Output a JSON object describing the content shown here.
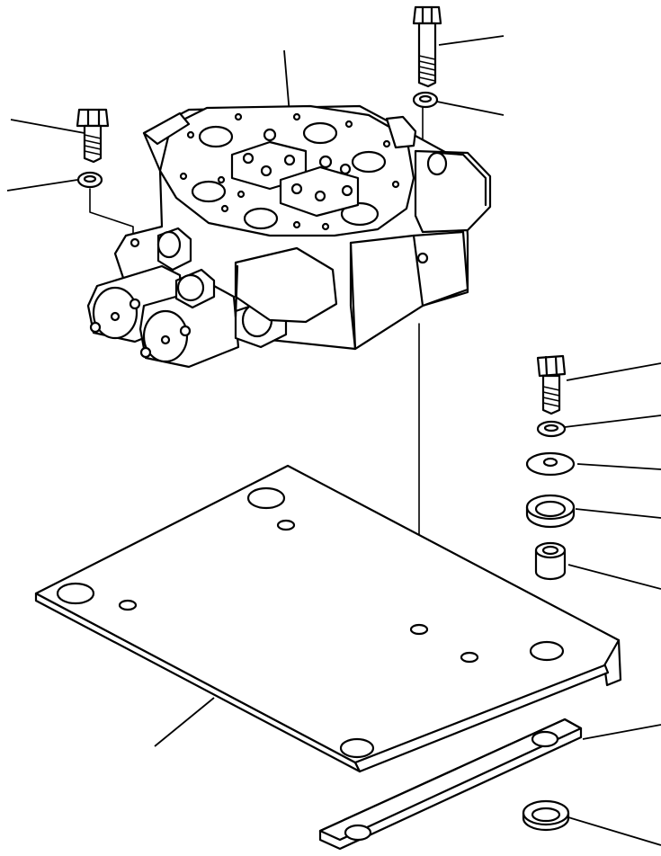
{
  "diagram": {
    "ink_color": "#000000",
    "background_color": "#ffffff",
    "parts": [
      {
        "key": "control-valve",
        "icon": "control-valve-assembly"
      },
      {
        "key": "bolt-top",
        "icon": "bolt"
      },
      {
        "key": "washer-top",
        "icon": "washer"
      },
      {
        "key": "bolt-left",
        "icon": "bolt"
      },
      {
        "key": "washer-left",
        "icon": "washer"
      },
      {
        "key": "bolt-right",
        "icon": "bolt"
      },
      {
        "key": "lock-washer-right",
        "icon": "washer"
      },
      {
        "key": "flat-washer-right",
        "icon": "washer"
      },
      {
        "key": "mount-rubber",
        "icon": "rubber-grommet"
      },
      {
        "key": "collar",
        "icon": "spacer-collar"
      },
      {
        "key": "mounting-plate",
        "icon": "bracket-plate"
      },
      {
        "key": "strap-plate",
        "icon": "strap-plate"
      },
      {
        "key": "mount-rubber-bottom",
        "icon": "rubber-grommet"
      }
    ]
  }
}
